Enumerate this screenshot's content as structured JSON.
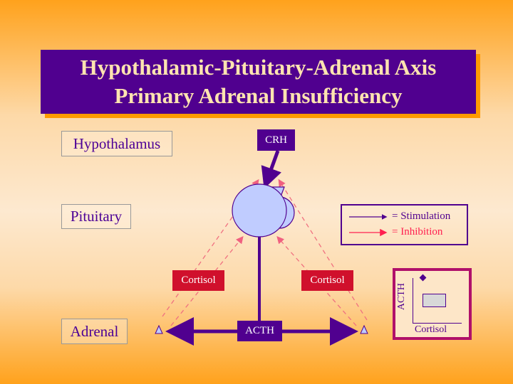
{
  "title": {
    "line1": "Hypothalamic-Pituitary-Adrenal Axis",
    "line2": "Primary Adrenal Insufficiency"
  },
  "levels": {
    "hypothalamus": "Hypothalamus",
    "pituitary": "Pituitary",
    "adrenal": "Adrenal"
  },
  "hormones": {
    "crh": "CRH",
    "acth": "ACTH",
    "cortisol_left": "Cortisol",
    "cortisol_right": "Cortisol"
  },
  "legend": {
    "stimulation": "= Stimulation",
    "inhibition": "= Inhibition"
  },
  "inset": {
    "ylabel": "ACTH",
    "xlabel": "Cortisol"
  },
  "colors": {
    "purple": "#50008f",
    "red": "#d0102c",
    "inhibition": "#ff2050",
    "gland": "#c0ccff"
  }
}
